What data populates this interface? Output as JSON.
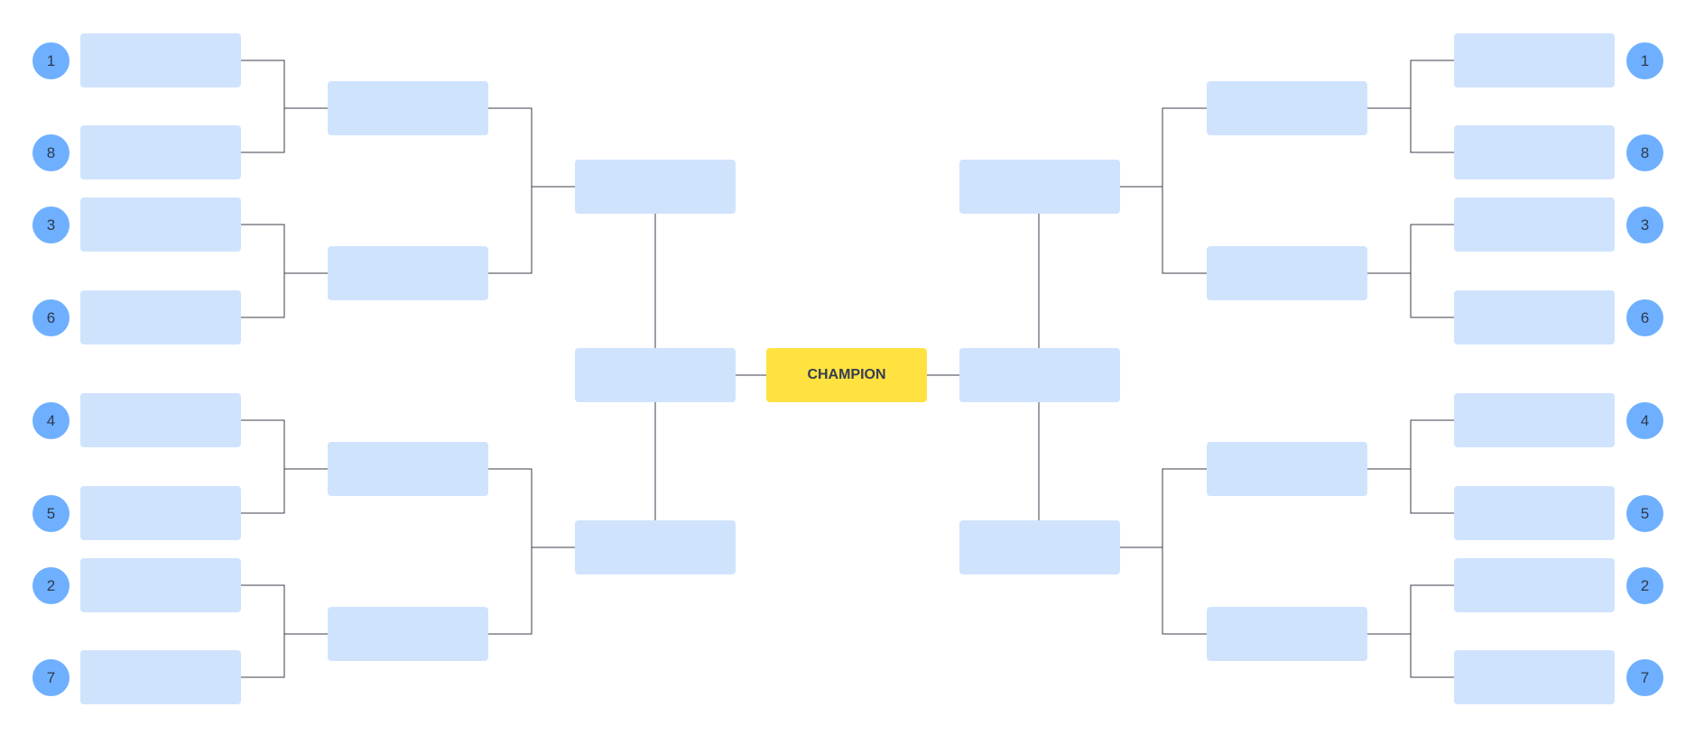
{
  "champion_label": "CHAMPION",
  "left_seeds": [
    "1",
    "8",
    "3",
    "6",
    "4",
    "5",
    "2",
    "7"
  ],
  "right_seeds": [
    "1",
    "8",
    "3",
    "6",
    "4",
    "5",
    "2",
    "7"
  ],
  "colors": {
    "slot": "#cfe3fd",
    "seed": "#6eb0ff",
    "champion": "#ffe240",
    "line": "#3a3f4b"
  }
}
